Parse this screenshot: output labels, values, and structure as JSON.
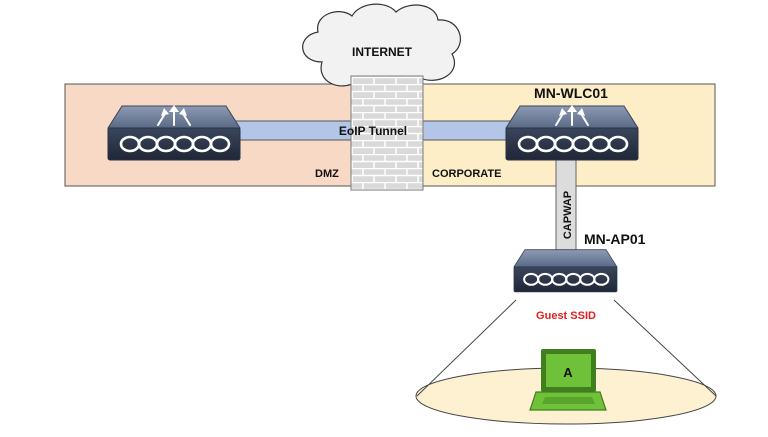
{
  "labels": {
    "internet": "INTERNET",
    "eoip_tunnel": "EoIP Tunnel",
    "dmz": "DMZ",
    "corporate": "CORPORATE",
    "controller_name": "MN-WLC01",
    "capwap": "CAPWAP",
    "ap_name": "MN-AP01",
    "guest_ssid": "Guest SSID",
    "client_letter": "A"
  },
  "colors": {
    "dmz_zone": "#f8d9c6",
    "corporate_zone": "#fdeec8",
    "tunnel": "#b4c6e7",
    "capwap_link": "#dcdcdc",
    "device_body": "#5b6b86",
    "guest_ssid_text": "#e02020",
    "laptop": "#70c13a",
    "coverage_floor": "#fdf1d2"
  },
  "icons": {
    "controller": "wireless-lan-controller-icon",
    "anchor": "anchor-controller-icon",
    "access_point": "access-point-icon",
    "firewall": "firewall-icon",
    "internet": "cloud-icon",
    "client": "laptop-icon"
  }
}
